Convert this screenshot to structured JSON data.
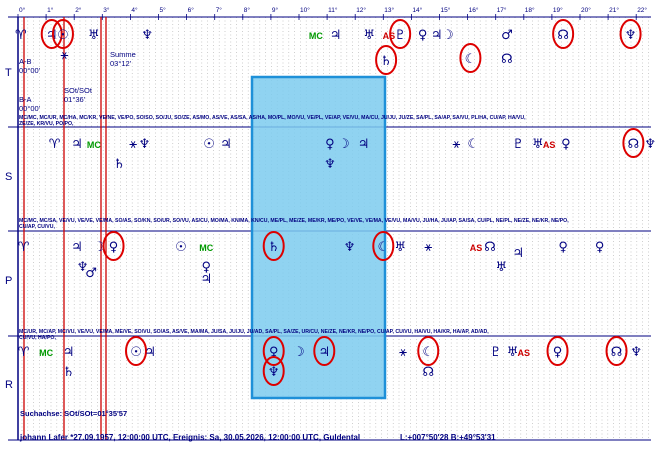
{
  "degree_labels": [
    "0°",
    "1°",
    "2°",
    "3°",
    "4°",
    "5°",
    "6°",
    "7°",
    "8°",
    "9°",
    "10°",
    "11°",
    "12°",
    "13°",
    "14°",
    "15°",
    "16°",
    "17°",
    "18°",
    "19°",
    "20°",
    "21°",
    "22°"
  ],
  "row_letters": {
    "T": "T",
    "S": "S",
    "P": "P",
    "R": "R"
  },
  "left_info": {
    "ab_label": "A-B",
    "ab_value": "00°00'",
    "ba_label": "B-A",
    "ba_value": "00°00'",
    "sot_label": "SOt/SOt",
    "sot_value": "01°36'",
    "summe_label": "Summe",
    "summe_value": "03°12'"
  },
  "midpoint_lines": [
    "MC/MC, MC/UR, MC/HA, MC/KR, VE/NE, VE/PO, SO/SO, SO/JU, SO/ZE, AS/MO, AS/VE, AS/SA, AS/HA, MO/PL, MO/VU, VE/PL, VE/AP, VE/VU, MA/CU, JU/JU, JU/ZE, SA/PL, SA/AP, SA/VU, PL/HA, CU/AP, HA/VU,",
    "ZE/ZE, KR/VU, PO/PO,",
    "MC/MC, MC/SA, VE/VU, VE/VE, VE/MA, SO/AS, SO/KN, SO/UR, SO/VU, AS/CU, MO/MA, KN/MA, KN/CU, ME/PL, ME/ZE, ME/KR, ME/PO, VE/VE, VE/MA, VE/VU, MA/VU, JU/HA, JU/AP, SA/SA, CU/PL, NE/PL, NE/ZE, NE/KR, NE/PO,",
    "CU/AP, CU/VU,",
    "MC/UR, MC/AP, MC/VU, VE/VU, VE/MA, ME/VE, SO/VU, SO/AS, AS/VE, MA/MA, JU/SA, JU/JU, JU/AD, SA/PL, SA/ZE, UR/CU, NE/ZE, NE/KR, NE/PO, CU/AP, CU/VU, HA/VU, HA/KR, HA/AP, AD/AD,",
    "CU/VU, HA/PO,"
  ],
  "suchachse": "Suchachse: SOt/SOt=01°35'57",
  "footer": {
    "left": "johann Lafer  *27.09.1957, 12:00:00 UTC, Ereignis: Sa, 30.05.2026, 12:00:00 UTC, Guldental",
    "right": "L:+007°50'28 B:+49°53'31"
  },
  "rows": {
    "T": [
      {
        "g": "♈",
        "deg": 0.1,
        "lvl": 0,
        "c": "#000080"
      },
      {
        "g": "♃",
        "deg": 1.2,
        "lvl": 0,
        "c": "#000080",
        "circle": true
      },
      {
        "g": "☉",
        "deg": 1.6,
        "lvl": 0,
        "c": "#000080",
        "circle": true
      },
      {
        "g": "⚹",
        "deg": 1.65,
        "lvl": 1,
        "c": "#000080"
      },
      {
        "g": "♅",
        "deg": 2.7,
        "lvl": 0,
        "c": "#000080"
      },
      {
        "g": "♆",
        "deg": 4.6,
        "lvl": 0,
        "c": "#000080"
      },
      {
        "g": "MC",
        "deg": 10.6,
        "lvl": 0,
        "c": "#009900",
        "text": true
      },
      {
        "g": "♃",
        "deg": 11.3,
        "lvl": 0,
        "c": "#000080"
      },
      {
        "g": "♅",
        "deg": 12.5,
        "lvl": 0,
        "c": "#000080"
      },
      {
        "g": "♄",
        "deg": 13.1,
        "lvl": 1.3,
        "c": "#000080",
        "circle": true
      },
      {
        "g": "AS",
        "deg": 13.2,
        "lvl": 0,
        "c": "#cc0000",
        "text": true
      },
      {
        "g": "♇",
        "deg": 13.6,
        "lvl": 0,
        "c": "#000080",
        "circle": true
      },
      {
        "g": "♀",
        "deg": 14.4,
        "lvl": 0,
        "c": "#000080"
      },
      {
        "g": "♃",
        "deg": 14.9,
        "lvl": 0,
        "c": "#000080"
      },
      {
        "g": "☽",
        "deg": 15.3,
        "lvl": 0,
        "c": "#000080"
      },
      {
        "g": "☾",
        "deg": 16.1,
        "lvl": 1.2,
        "c": "#000080",
        "circle": true
      },
      {
        "g": "♂",
        "deg": 17.4,
        "lvl": 0,
        "c": "#000080"
      },
      {
        "g": "☊",
        "deg": 17.4,
        "lvl": 1.2,
        "c": "#000080"
      },
      {
        "g": "☊",
        "deg": 19.4,
        "lvl": 0,
        "c": "#000080",
        "circle": true
      },
      {
        "g": "♆",
        "deg": 21.8,
        "lvl": 0,
        "c": "#000080",
        "circle": true
      }
    ],
    "S": [
      {
        "g": "♈",
        "deg": 1.3,
        "lvl": 0,
        "c": "#000080"
      },
      {
        "g": "♃",
        "deg": 2.1,
        "lvl": 0,
        "c": "#000080"
      },
      {
        "g": "MC",
        "deg": 2.7,
        "lvl": 0,
        "c": "#009900",
        "text": true
      },
      {
        "g": "⚹",
        "deg": 4.1,
        "lvl": 0,
        "c": "#000080"
      },
      {
        "g": "♆",
        "deg": 4.5,
        "lvl": 0,
        "c": "#000080"
      },
      {
        "g": "♄",
        "deg": 3.6,
        "lvl": 1,
        "c": "#000080"
      },
      {
        "g": "☉",
        "deg": 6.8,
        "lvl": 0,
        "c": "#000080"
      },
      {
        "g": "♃",
        "deg": 7.4,
        "lvl": 0,
        "c": "#000080"
      },
      {
        "g": "♀",
        "deg": 11.1,
        "lvl": 0,
        "c": "#000080"
      },
      {
        "g": "☽",
        "deg": 11.6,
        "lvl": 0,
        "c": "#000080"
      },
      {
        "g": "♃",
        "deg": 12.3,
        "lvl": 0,
        "c": "#000080"
      },
      {
        "g": "♆",
        "deg": 11.1,
        "lvl": 1,
        "c": "#000080"
      },
      {
        "g": "⚹",
        "deg": 15.6,
        "lvl": 0,
        "c": "#000080"
      },
      {
        "g": "☾",
        "deg": 16.2,
        "lvl": 0,
        "c": "#000080"
      },
      {
        "g": "♇",
        "deg": 17.8,
        "lvl": 0,
        "c": "#000080"
      },
      {
        "g": "♅",
        "deg": 18.5,
        "lvl": 0,
        "c": "#000080"
      },
      {
        "g": "AS",
        "deg": 18.9,
        "lvl": 0,
        "c": "#cc0000",
        "text": true
      },
      {
        "g": "♀",
        "deg": 19.5,
        "lvl": 0,
        "c": "#000080"
      },
      {
        "g": "☊",
        "deg": 21.9,
        "lvl": 0,
        "c": "#000080",
        "circle": true
      },
      {
        "g": "♆",
        "deg": 22.5,
        "lvl": 0,
        "c": "#000080"
      }
    ],
    "P": [
      {
        "g": "♈",
        "deg": 0.2,
        "lvl": 0,
        "c": "#000080"
      },
      {
        "g": "♃",
        "deg": 2.1,
        "lvl": 0,
        "c": "#000080"
      },
      {
        "g": "☽",
        "deg": 2.9,
        "lvl": 0,
        "c": "#000080"
      },
      {
        "g": "♀",
        "deg": 3.4,
        "lvl": 0,
        "c": "#000080",
        "circle": true
      },
      {
        "g": "♆",
        "deg": 2.3,
        "lvl": 1,
        "c": "#000080"
      },
      {
        "g": "♂",
        "deg": 2.6,
        "lvl": 1.3,
        "c": "#000080"
      },
      {
        "g": "☉",
        "deg": 5.8,
        "lvl": 0,
        "c": "#000080"
      },
      {
        "g": "MC",
        "deg": 6.7,
        "lvl": 0,
        "c": "#009900",
        "text": true
      },
      {
        "g": "♀",
        "deg": 6.7,
        "lvl": 1,
        "c": "#000080"
      },
      {
        "g": "♃",
        "deg": 6.7,
        "lvl": 1.6,
        "c": "#000080"
      },
      {
        "g": "♄",
        "deg": 9.1,
        "lvl": 0,
        "c": "#000080",
        "circle": true
      },
      {
        "g": "♆",
        "deg": 11.8,
        "lvl": 0,
        "c": "#000080"
      },
      {
        "g": "☾",
        "deg": 13.0,
        "lvl": 0,
        "c": "#000080",
        "circle": true
      },
      {
        "g": "♅",
        "deg": 13.6,
        "lvl": 0,
        "c": "#000080"
      },
      {
        "g": "⚹",
        "deg": 14.6,
        "lvl": 0,
        "c": "#000080"
      },
      {
        "g": "AS",
        "deg": 16.3,
        "lvl": 0,
        "c": "#cc0000",
        "text": true
      },
      {
        "g": "☊",
        "deg": 16.8,
        "lvl": 0,
        "c": "#000080"
      },
      {
        "g": "♅",
        "deg": 17.2,
        "lvl": 1,
        "c": "#000080"
      },
      {
        "g": "♃",
        "deg": 17.8,
        "lvl": 0.3,
        "c": "#000080"
      },
      {
        "g": "♀",
        "deg": 19.4,
        "lvl": 0,
        "c": "#000080"
      },
      {
        "g": "♀",
        "deg": 20.7,
        "lvl": 0,
        "c": "#000080"
      }
    ],
    "R": [
      {
        "g": "♈",
        "deg": 0.2,
        "lvl": 0,
        "c": "#000080"
      },
      {
        "g": "MC",
        "deg": 1.0,
        "lvl": 0,
        "c": "#009900",
        "text": true
      },
      {
        "g": "♃",
        "deg": 1.8,
        "lvl": 0,
        "c": "#000080"
      },
      {
        "g": "♄",
        "deg": 1.8,
        "lvl": 1,
        "c": "#000080"
      },
      {
        "g": "☉",
        "deg": 4.2,
        "lvl": 0,
        "c": "#000080",
        "circle": true
      },
      {
        "g": "♃",
        "deg": 4.7,
        "lvl": 0,
        "c": "#000080"
      },
      {
        "g": "♀",
        "deg": 9.1,
        "lvl": 0,
        "c": "#000080",
        "circle": true
      },
      {
        "g": "♆",
        "deg": 9.1,
        "lvl": 1,
        "c": "#000080",
        "circle": true
      },
      {
        "g": "☽",
        "deg": 10.0,
        "lvl": 0,
        "c": "#000080"
      },
      {
        "g": "♃",
        "deg": 10.9,
        "lvl": 0,
        "c": "#000080",
        "circle": true
      },
      {
        "g": "⚹",
        "deg": 13.7,
        "lvl": 0,
        "c": "#000080"
      },
      {
        "g": "☾",
        "deg": 14.6,
        "lvl": 0,
        "c": "#000080",
        "circle": true
      },
      {
        "g": "☊",
        "deg": 14.6,
        "lvl": 1,
        "c": "#000080"
      },
      {
        "g": "♇",
        "deg": 17.0,
        "lvl": 0,
        "c": "#000080"
      },
      {
        "g": "♅",
        "deg": 17.6,
        "lvl": 0,
        "c": "#000080"
      },
      {
        "g": "AS",
        "deg": 18.0,
        "lvl": 0,
        "c": "#cc0000",
        "text": true
      },
      {
        "g": "♀",
        "deg": 19.2,
        "lvl": 0,
        "c": "#000080",
        "circle": true
      },
      {
        "g": "☊",
        "deg": 21.3,
        "lvl": 0,
        "c": "#000080",
        "circle": true
      },
      {
        "g": "♆",
        "deg": 22.0,
        "lvl": 0,
        "c": "#000080"
      }
    ]
  }
}
